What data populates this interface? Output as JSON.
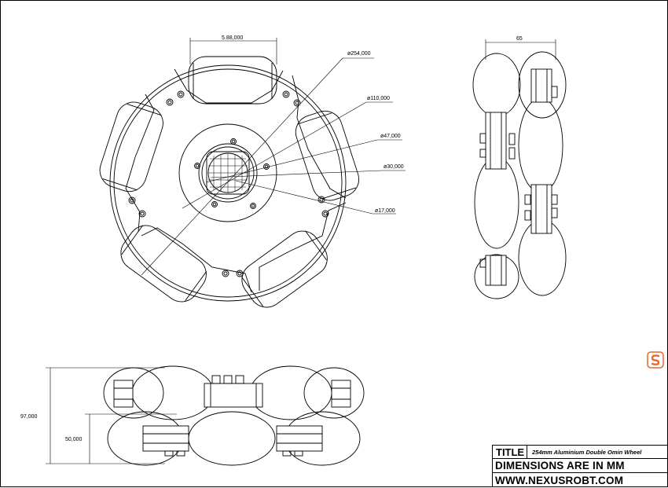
{
  "drawing": {
    "front_view": {
      "dims": {
        "top_width": "5.88,000",
        "d254": "ø254,000",
        "d110": "ø110,000",
        "d47": "ø47,000",
        "d30": "ø30,000",
        "d17": "ø17,000"
      }
    },
    "side_view": {
      "dims": {
        "width": "65"
      }
    },
    "bottom_view": {
      "dims": {
        "height_total": "97,000",
        "height_half": "50,000"
      }
    }
  },
  "title_block": {
    "title_label": "TITLE",
    "title_value": "254mm Aluminium Double Omin Wheel",
    "dimensions_note": "DIMENSIONS  ARE  IN  MM",
    "website": "WWW.NEXUSROBT.COM"
  },
  "colors": {
    "line": "#000000",
    "logo_orange": "#e8672a"
  },
  "icons": {
    "logo": "s-logo-icon"
  }
}
